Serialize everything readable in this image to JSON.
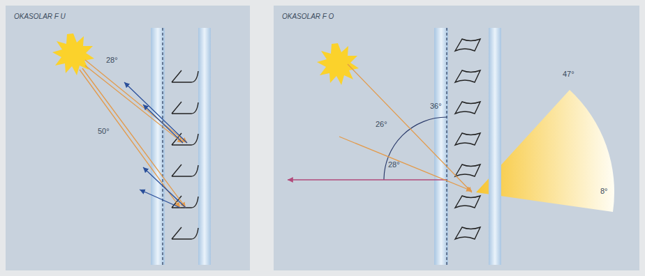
{
  "diagram": {
    "nodes": [
      {
        "text": [
          "OKASOLAR F U"
        ]
      },
      {
        "text": [
          "OKASOLAR F O"
        ]
      }
    ],
    "labels": [
      "28°",
      "50°",
      "36°",
      "26°",
      "28°",
      "47°",
      "8°"
    ]
  }
}
